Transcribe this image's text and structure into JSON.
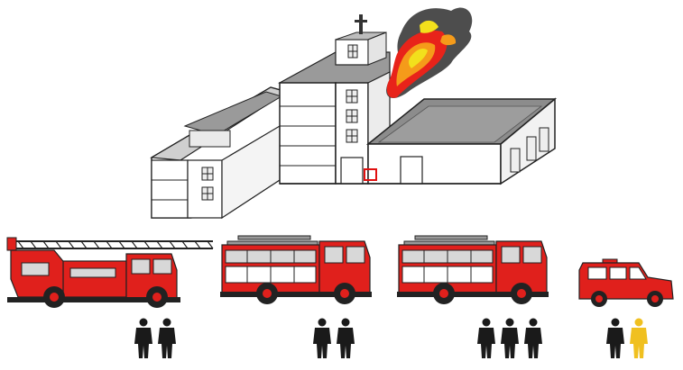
{
  "building": {
    "icon": "hospital-building-icon",
    "cross_color": "#333333",
    "roof_color": "#8c8c8c",
    "wall_color": "#ffffff",
    "alarm_box_color": "#e01010"
  },
  "fire": {
    "icon": "fire-icon",
    "colors": [
      "#e8231a",
      "#f59b1a",
      "#f2e01c",
      "#2e2e2e"
    ]
  },
  "vehicles": [
    {
      "icon": "turntable-ladder-truck-icon",
      "crew": 2,
      "crew_colors": [
        "#1a1a1a",
        "#1a1a1a"
      ]
    },
    {
      "icon": "fire-engine-icon",
      "crew": 2,
      "crew_colors": [
        "#1a1a1a",
        "#1a1a1a"
      ]
    },
    {
      "icon": "fire-engine-icon",
      "crew": 3,
      "crew_colors": [
        "#1a1a1a",
        "#1a1a1a",
        "#1a1a1a"
      ]
    },
    {
      "icon": "command-car-icon",
      "crew": 2,
      "crew_colors": [
        "#1a1a1a",
        "#f0c020"
      ]
    }
  ],
  "colors": {
    "truck_red": "#e0201c",
    "truck_dark": "#222222",
    "ladder_gray": "#9a9a9a",
    "window_gray": "#d8d8d8"
  }
}
